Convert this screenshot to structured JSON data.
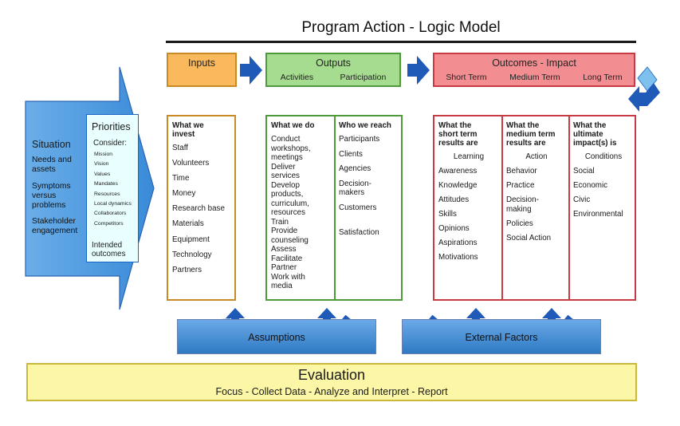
{
  "title": "Program Action - Logic Model",
  "situation": {
    "title": "Situation",
    "items": [
      "Needs and\nassets",
      "Symptoms\nversus\nproblems",
      "Stakeholder\nengagement"
    ]
  },
  "priorities": {
    "title": "Priorities",
    "consider": "Consider:",
    "items": [
      "Mission",
      "Vision",
      "Values",
      "Mandates",
      "Resources",
      "Local dynamics",
      "Collaborators",
      "Competitors"
    ],
    "intended": "Intended\noutcomes"
  },
  "inputs": {
    "header": "Inputs",
    "heading": "What we\ninvest",
    "items": [
      "Staff",
      "Volunteers",
      "Time",
      "Money",
      "Research base",
      "Materials",
      "Equipment",
      "Technology",
      "Partners"
    ]
  },
  "outputs": {
    "header": "Outputs",
    "sub": [
      "Activities",
      "Participation"
    ],
    "activities_heading": "What we do",
    "activities": [
      "Conduct\n    workshops,\n    meetings",
      "Deliver\n    services",
      "Develop\n    products,\n    curriculum,\n    resources",
      "Train",
      "Provide\n    counseling",
      "Assess",
      "Facilitate",
      "Partner",
      "Work with\n    media"
    ],
    "participation_heading": "Who we reach",
    "participation": [
      "Participants",
      "Clients",
      "Agencies",
      "Decision-\n    makers",
      "Customers",
      "",
      "Satisfaction"
    ]
  },
  "outcomes": {
    "header": "Outcomes - Impact",
    "sub": [
      "Short Term",
      "Medium Term",
      "Long Term"
    ],
    "short_heading": "What the\nshort term\nresults are",
    "short": [
      "Learning",
      "Awareness",
      "Knowledge",
      "Attitudes",
      "Skills",
      "Opinions",
      "Aspirations",
      "Motivations"
    ],
    "medium_heading": "What the\nmedium term\nresults are",
    "medium": [
      "Action",
      "Behavior",
      "Practice",
      "Decision-\n    making",
      "Policies",
      "Social Action"
    ],
    "long_heading": "What the\nultimate\nimpact(s) is",
    "long": [
      "Conditions",
      "Social",
      "Economic",
      "Civic",
      "Environmental"
    ]
  },
  "assumptions": "Assumptions",
  "external_factors": "External Factors",
  "evaluation": {
    "title": "Evaluation",
    "subtitle": "Focus - Collect Data - Analyze and Interpret - Report"
  }
}
